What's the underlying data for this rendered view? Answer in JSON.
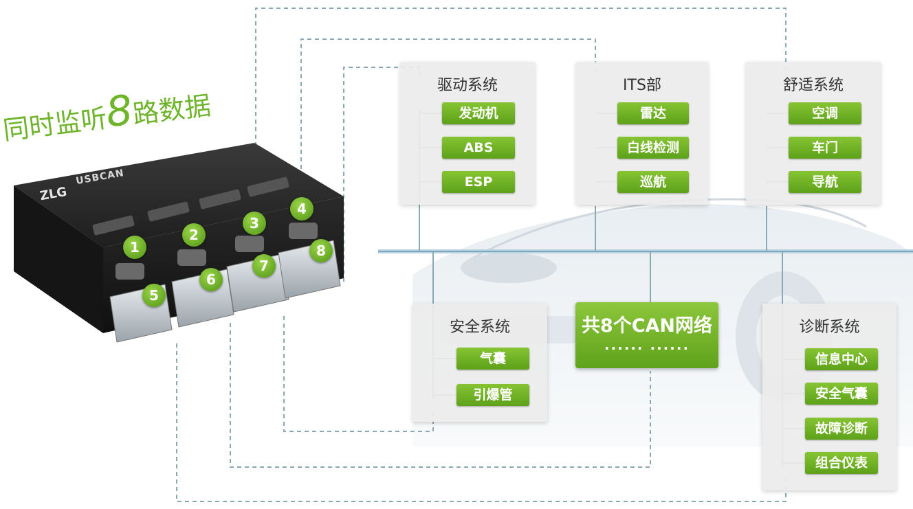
{
  "headline": {
    "prefix": "同时监听",
    "number": "8",
    "suffix": "路数据"
  },
  "device": {
    "brand": "ZLG",
    "model": "USBCAN"
  },
  "ports": [
    "1",
    "2",
    "3",
    "4",
    "5",
    "6",
    "7",
    "8"
  ],
  "panels": {
    "drive": {
      "title": "驱动系统",
      "items": [
        "发动机",
        "ABS",
        "ESP"
      ]
    },
    "its": {
      "title": "ITS部",
      "items": [
        "雷达",
        "白线检测",
        "巡航"
      ]
    },
    "comfort": {
      "title": "舒适系统",
      "items": [
        "空调",
        "车门",
        "导航"
      ]
    },
    "safety": {
      "title": "安全系统",
      "items": [
        "气囊",
        "引爆管"
      ]
    },
    "diagnosis": {
      "title": "诊断系统",
      "items": [
        "信息中心",
        "安全气囊",
        "故障诊断",
        "组合仪表"
      ]
    }
  },
  "can_network": {
    "title": "共8个CAN网络",
    "dots": "······ ······"
  },
  "colors": {
    "accent": "#6fb52b",
    "pill_top": "#86c432",
    "pill_bottom": "#5da11a",
    "line": "#8aa9b4"
  }
}
